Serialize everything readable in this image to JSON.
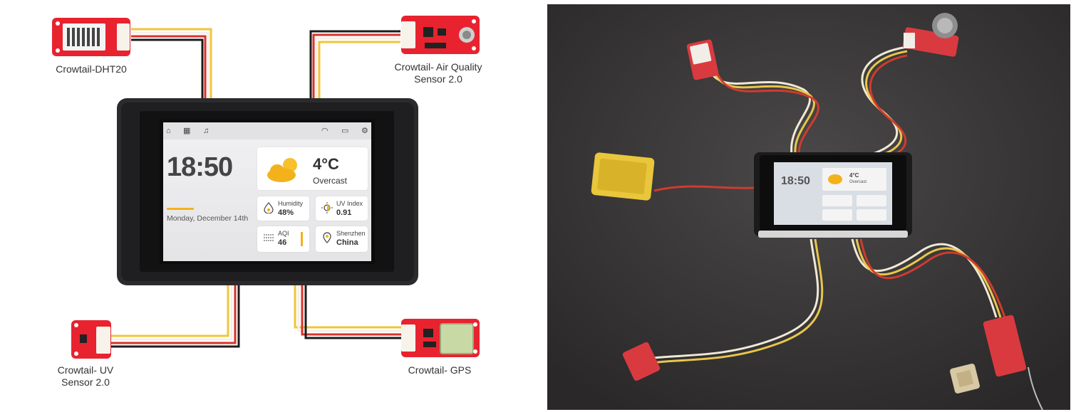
{
  "captions": {
    "dht20": "Crowtail-DHT20",
    "air_quality_line1": "Crowtail- Air Quality",
    "air_quality_line2": "Sensor 2.0",
    "uv_line1": "Crowtail- UV",
    "uv_line2": "Sensor 2.0",
    "gps": "Crowtail- GPS"
  },
  "screen": {
    "time": "18:50",
    "date": "Monday, December 14th",
    "weather": {
      "temperature": "4°C",
      "condition": "Overcast",
      "icon": "cloud-sun-icon"
    },
    "humidity": {
      "label": "Humidity",
      "value": "48%"
    },
    "uv": {
      "label": "UV Index",
      "value": "0.91"
    },
    "aqi": {
      "label": "AQI",
      "value": "46"
    },
    "location": {
      "label": "Shenzhen",
      "value": "China"
    },
    "status_icons": [
      "home-icon",
      "apps-icon",
      "music-icon",
      "wifi-icon",
      "battery-icon",
      "settings-icon"
    ]
  },
  "photo_screen": {
    "time": "18:50",
    "temperature": "4°C",
    "condition": "Overcast"
  },
  "colors": {
    "accent": "#f3b21b",
    "module_red": "#e8232f",
    "wire_red": "#d9322b",
    "wire_yellow": "#f2c43a",
    "wire_black": "#1b1b1b",
    "wire_white": "#f3f0e8"
  }
}
